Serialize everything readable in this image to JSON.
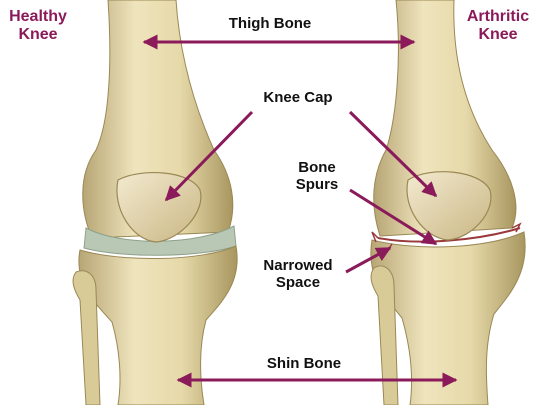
{
  "colors": {
    "bone": "#e8dcae",
    "bone_shadow": "#b8a774",
    "cartilage": "#b9c8b4",
    "arrow": "#8b1a5a",
    "label": "#111111",
    "side_label": "#8b1a5a"
  },
  "labels": {
    "healthy_line1": "Healthy",
    "healthy_line2": "Knee",
    "arthritic_line1": "Arthritic",
    "arthritic_line2": "Knee",
    "thigh_bone": "Thigh Bone",
    "knee_cap": "Knee Cap",
    "bone_spurs_line1": "Bone",
    "bone_spurs_line2": "Spurs",
    "narrowed_line1": "Narrowed",
    "narrowed_line2": "Space",
    "shin_bone": "Shin Bone"
  }
}
